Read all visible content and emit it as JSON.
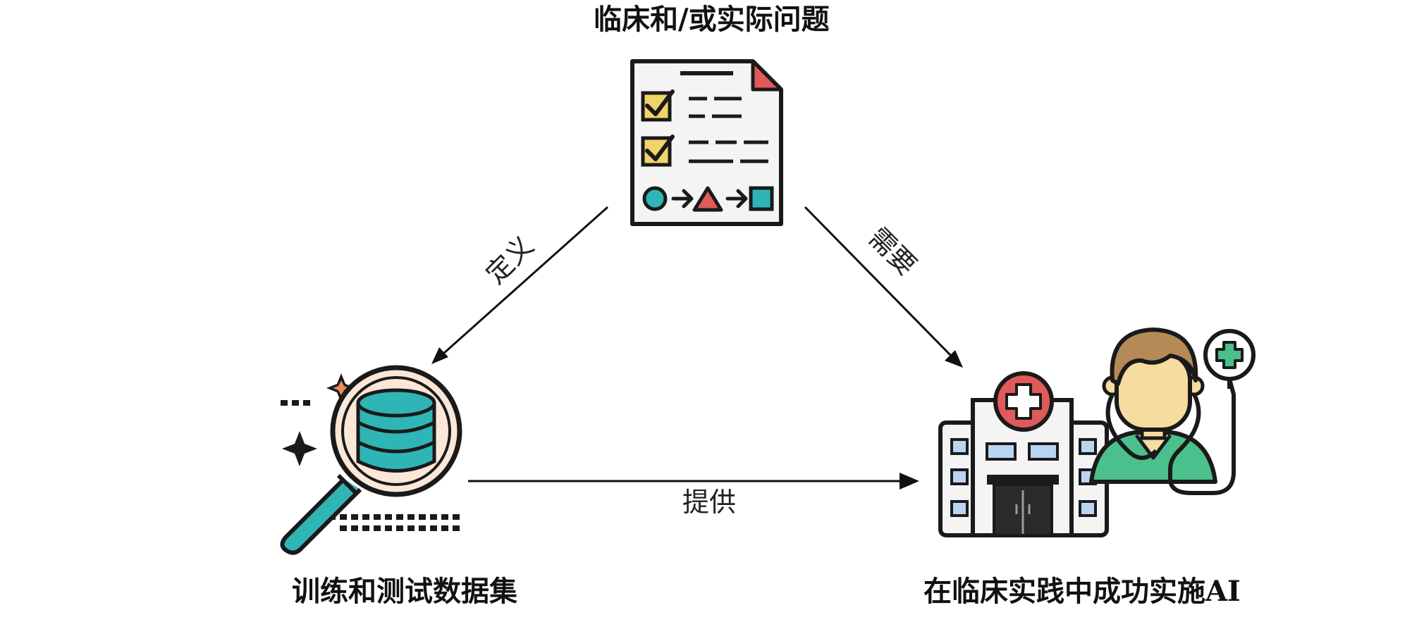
{
  "nodes": {
    "top": {
      "label": "临床和/或实际问题"
    },
    "left": {
      "label": "训练和测试数据集"
    },
    "right": {
      "label": "在临床实践中成功实施AI"
    }
  },
  "edges": {
    "top_to_left": {
      "label": "定义"
    },
    "top_to_right": {
      "label": "需要"
    },
    "left_to_right": {
      "label": "提供"
    }
  },
  "icons": {
    "top": "checklist-document-icon",
    "left": "database-magnifier-icon",
    "right": "hospital-doctor-icon"
  },
  "colors": {
    "outline": "#1a1a1a",
    "teal": "#2fb5b5",
    "yellow": "#f1d36b",
    "red": "#e05a5a",
    "skin": "#f6dca0",
    "hair": "#b58a56",
    "paper": "#f4f4f4",
    "peach": "#fbe7d8",
    "window": "#b9d5f2",
    "green": "#4bbf8c"
  }
}
